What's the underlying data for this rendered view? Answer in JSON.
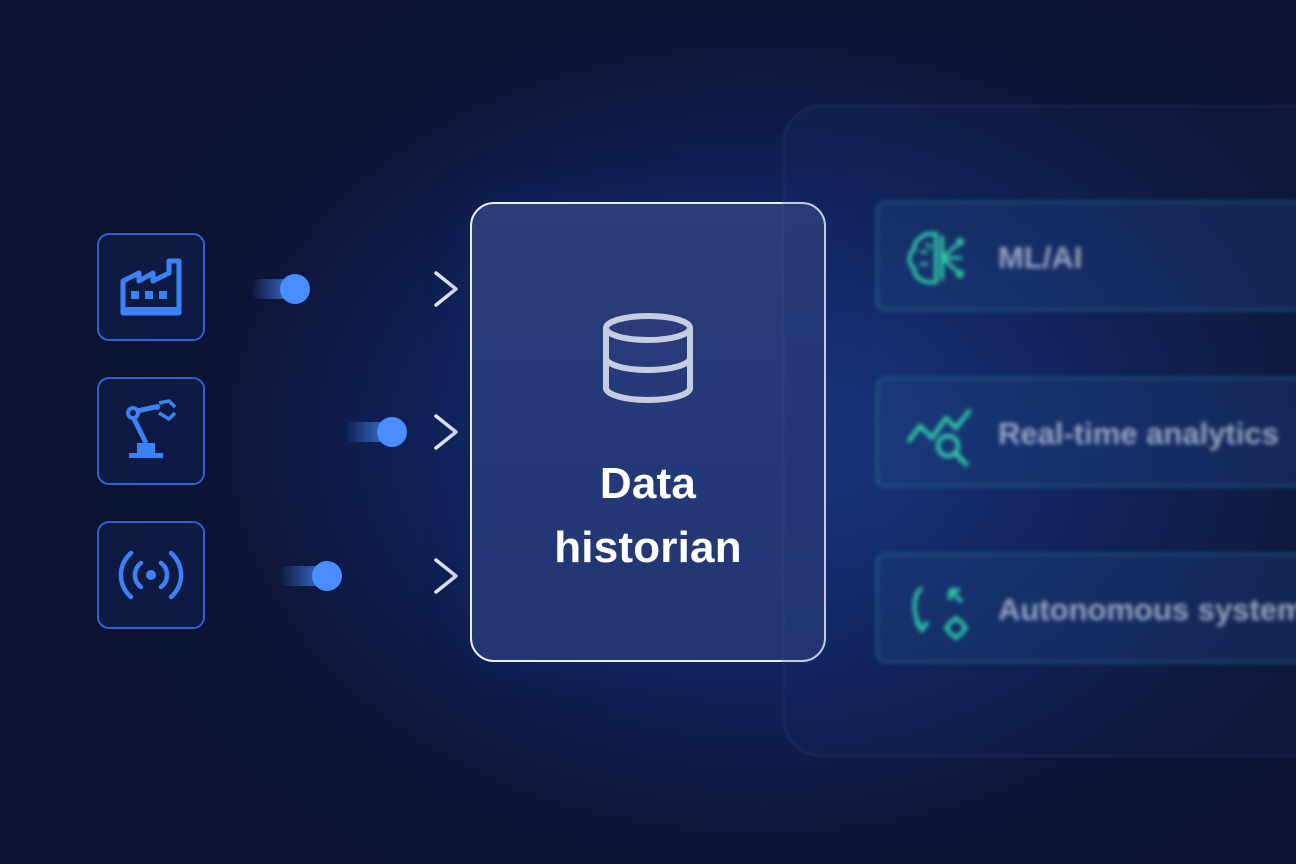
{
  "sources": [
    {
      "icon": "factory-icon"
    },
    {
      "icon": "robotic-arm-icon"
    },
    {
      "icon": "wireless-signal-icon"
    }
  ],
  "historian": {
    "icon": "database-icon",
    "title": "Data\nhistorian"
  },
  "consumers": [
    {
      "icon": "brain-circuit-icon",
      "label": "ML/AI"
    },
    {
      "icon": "analytics-chart-icon",
      "label": "Real-time analytics"
    },
    {
      "icon": "autonomous-cycle-icon",
      "label": "Autonomous system"
    }
  ],
  "colors": {
    "source_accent": "#3b82f6",
    "flow_dot": "#4a8dff",
    "historian_border": "#e9edf7",
    "consumer_accent": "#2ec4a6"
  }
}
